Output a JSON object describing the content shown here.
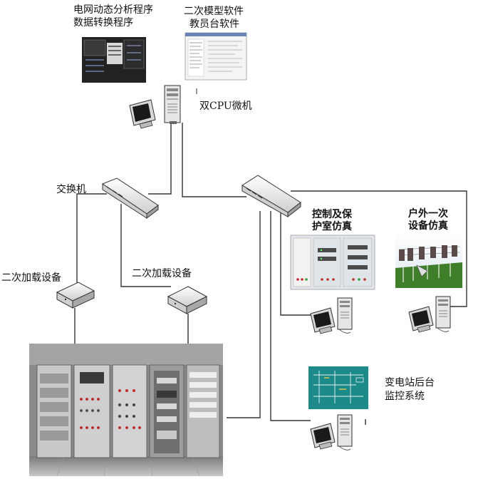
{
  "labels": {
    "top_left_line1": "电网动态分析程序",
    "top_left_line2": "数据转换程序",
    "top_right_line1": "二次模型软件",
    "top_right_line2": "教员台软件",
    "cpu": "双CPU微机",
    "switch": "交换机",
    "load_left": "二次加载设备",
    "load_mid": "二次加载设备",
    "control_line1": "控制及保",
    "control_line2": "护室仿真",
    "outdoor_line1": "户外一次",
    "outdoor_line2": "设备仿真",
    "substation_line1": "变电站后台",
    "substation_line2": "监控系统"
  },
  "colors": {
    "line": "#333333",
    "device_light": "#f2f2f2",
    "device_dark": "#bfbfbf",
    "monitor_screen": "#1a1a1a",
    "scada_screen": "#1d8a8a",
    "grass": "#3f7f2a",
    "cabinet_bg": "#8a8a8a"
  }
}
